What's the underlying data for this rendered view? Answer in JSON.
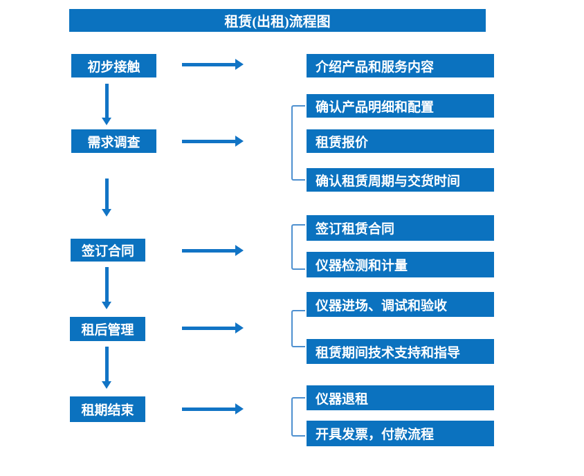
{
  "title": "租赁(出租)流程图",
  "colors": {
    "box": "#0b72bf",
    "arrow": "#1174c5",
    "bracket": "#4d8fcf",
    "text": "#ffffff",
    "background": "#ffffff"
  },
  "flow": {
    "steps": [
      {
        "label": "初步接触",
        "outputs": [
          "介绍产品和服务内容"
        ]
      },
      {
        "label": "需求调查",
        "outputs": [
          "确认产品明细和配置",
          "租赁报价",
          "确认租赁周期与交货时间"
        ]
      },
      {
        "label": "签订合同",
        "outputs": [
          "签订租赁合同",
          "仪器检测和计量"
        ]
      },
      {
        "label": "租后管理",
        "outputs": [
          "仪器进场、调试和验收",
          "租赁期间技术支持和指导"
        ]
      },
      {
        "label": "租期结束",
        "outputs": [
          "仪器退租",
          "开具发票，付款流程"
        ]
      }
    ]
  }
}
